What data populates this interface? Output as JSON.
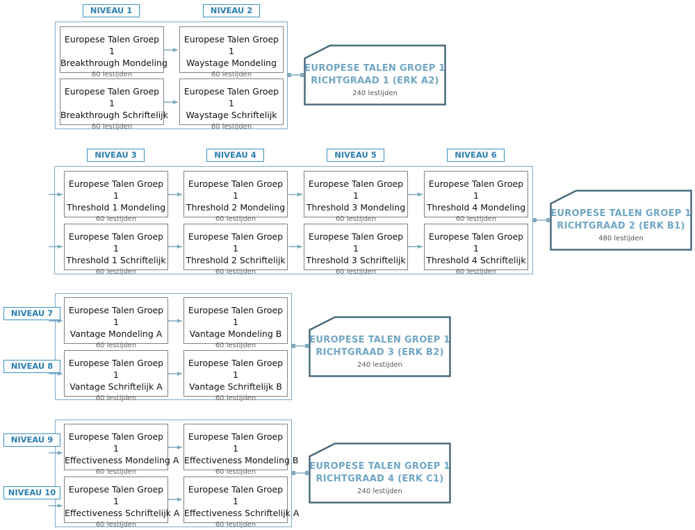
{
  "levels": {
    "n1": "NIVEAU 1",
    "n2": "NIVEAU 2",
    "n3": "NIVEAU 3",
    "n4": "NIVEAU 4",
    "n5": "NIVEAU 5",
    "n6": "NIVEAU 6",
    "n7": "NIVEAU 7",
    "n8": "NIVEAU 8",
    "n9": "NIVEAU 9",
    "n10": "NIVEAU 10"
  },
  "group": "Europese Talen Groep 1",
  "hours60": "60 lestijden",
  "courses": {
    "c1": "Breakthrough Mondeling",
    "c2": "Waystage Mondeling",
    "c3": "Breakthrough Schriftelijk",
    "c4": "Waystage Schriftelijk",
    "c5": "Threshold 1 Mondeling",
    "c6": "Threshold 2 Mondeling",
    "c7": "Threshold 3 Mondeling",
    "c8": "Threshold 4 Mondeling",
    "c9": "Threshold 1 Schriftelijk",
    "c10": "Threshold 2 Schriftelijk",
    "c11": "Threshold 3 Schriftelijk",
    "c12": "Threshold 4 Schriftelijk",
    "c13": "Vantage Mondeling A",
    "c14": "Vantage Mondeling B",
    "c15": "Vantage Schriftelijk A",
    "c16": "Vantage Schriftelijk B",
    "c17": "Effectiveness Mondeling A",
    "c18": "Effectiveness Mondeling B",
    "c19": "Effectiveness Schriftelijk A",
    "c20": "Effectiveness Schriftelijk A"
  },
  "results": {
    "r1": {
      "line1": "EUROPESE TALEN GROEP 1",
      "line2": "RICHTGRAAD 1 (ERK A2)",
      "hours": "240 lestijden"
    },
    "r2": {
      "line1": "EUROPESE TALEN GROEP 1",
      "line2": "RICHTGRAAD 2 (ERK B1)",
      "hours": "480 lestijden"
    },
    "r3": {
      "line1": "EUROPESE TALEN GROEP 1",
      "line2": "RICHTGRAAD 3 (ERK B2)",
      "hours": "240 lestijden"
    },
    "r4": {
      "line1": "EUROPESE TALEN GROEP 1",
      "line2": "RICHTGRAAD 4 (ERK C1)",
      "hours": "240 lestijden"
    }
  },
  "colors": {
    "accent": "#3a8fbf",
    "frame": "#7fa9c2",
    "result_text": "#6fa6c4",
    "box_border": "#808080"
  }
}
